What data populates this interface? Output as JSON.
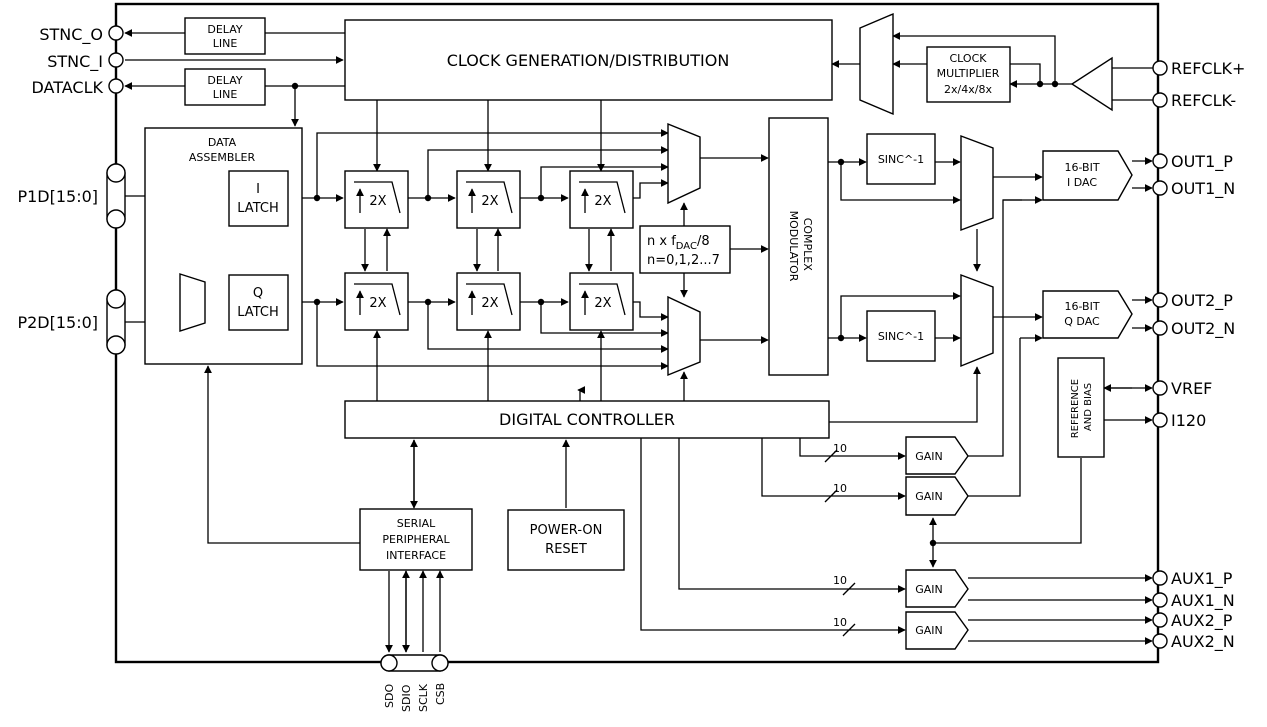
{
  "blocks": {
    "clock_gen": "CLOCK GENERATION/DISTRIBUTION",
    "delay_line": [
      "DELAY",
      "LINE"
    ],
    "clock_multiplier": [
      "CLOCK",
      "MULTIPLIER",
      "2x/4x/8x"
    ],
    "data_assembler": [
      "DATA",
      "ASSEMBLER"
    ],
    "i_latch": [
      "I",
      "LATCH"
    ],
    "q_latch": [
      "Q",
      "LATCH"
    ],
    "interp_label": "2X",
    "nco": {
      "line1_pre": "n x f",
      "line1_sub": "DAC",
      "line1_post": "/8",
      "line2": "n=0,1,2...7"
    },
    "complex_modulator": [
      "COMPLEX",
      "MODULATOR"
    ],
    "sinc": "SINC^-1",
    "i_dac": [
      "16-BIT",
      "I DAC"
    ],
    "q_dac": [
      "16-BIT",
      "Q DAC"
    ],
    "ref_bias": [
      "REFERENCE",
      "AND BIAS"
    ],
    "digital_controller": "DIGITAL CONTROLLER",
    "spi": [
      "SERIAL",
      "PERIPHERAL",
      "INTERFACE"
    ],
    "power_on_reset": [
      "POWER-ON",
      "RESET"
    ],
    "gain": "GAIN",
    "bus_width": "10"
  },
  "pins": {
    "left": [
      "STNC_O",
      "STNC_I",
      "DATACLK",
      "P1D[15:0]",
      "P2D[15:0]"
    ],
    "right": [
      "REFCLK+",
      "REFCLK-",
      "OUT1_P",
      "OUT1_N",
      "OUT2_P",
      "OUT2_N",
      "VREF",
      "I120",
      "AUX1_P",
      "AUX1_N",
      "AUX2_P",
      "AUX2_N"
    ],
    "bottom": [
      "SDO",
      "SDIO",
      "SCLK",
      "CSB"
    ]
  }
}
